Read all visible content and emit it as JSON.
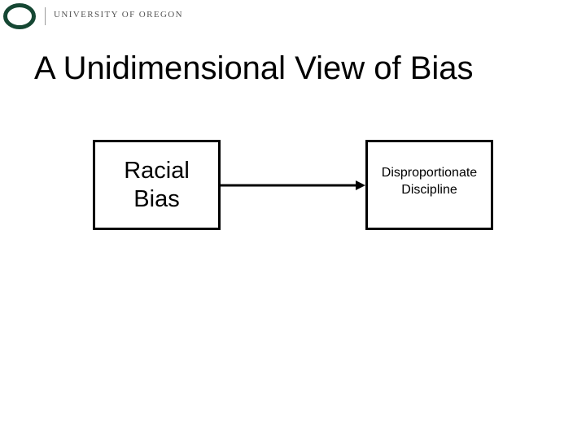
{
  "header": {
    "university_name": "UNIVERSITY OF OREGON",
    "brand_color": "#154733",
    "logo_icon": "uo-o-logo-icon"
  },
  "slide": {
    "title": "A Unidimensional View of Bias"
  },
  "diagram": {
    "nodes": [
      {
        "id": "racial-bias",
        "label_lines": [
          "Racial",
          "Bias"
        ]
      },
      {
        "id": "disproportionate-discipline",
        "label_lines": [
          "Disproportionate",
          "Discipline"
        ]
      }
    ],
    "edges": [
      {
        "from": "racial-bias",
        "to": "disproportionate-discipline",
        "style": "arrow"
      }
    ]
  }
}
